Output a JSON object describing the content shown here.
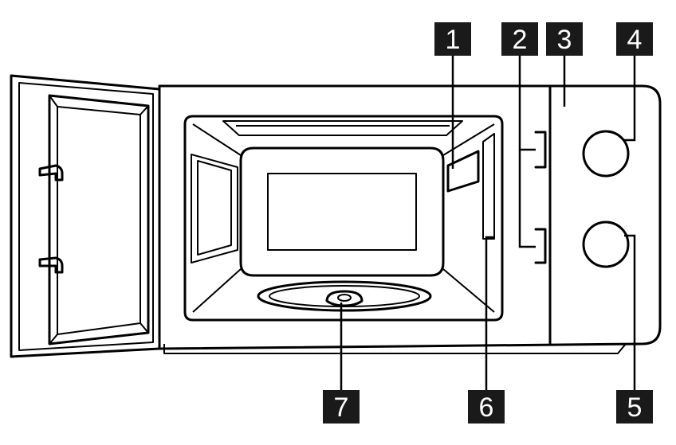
{
  "callouts": [
    {
      "id": "c1",
      "label": "1"
    },
    {
      "id": "c2",
      "label": "2"
    },
    {
      "id": "c3",
      "label": "3"
    },
    {
      "id": "c4",
      "label": "4"
    },
    {
      "id": "c5",
      "label": "5"
    },
    {
      "id": "c6",
      "label": "6"
    },
    {
      "id": "c7",
      "label": "7"
    }
  ],
  "colors": {
    "line": "#000000",
    "callout_bg": "#1a1a1a",
    "callout_text": "#ffffff"
  }
}
